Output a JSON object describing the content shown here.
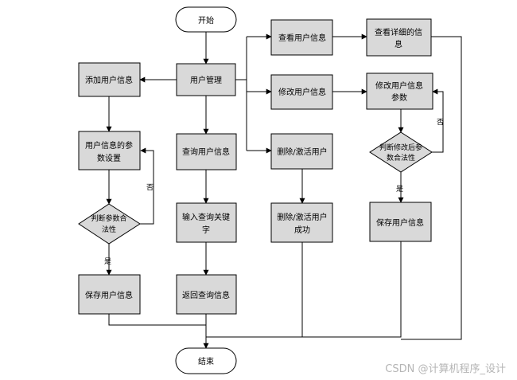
{
  "nodes": {
    "start": "开始",
    "user_mgmt": "用户管理",
    "add_user": "添加用户信息",
    "set_params": [
      "用户信息的参",
      "数设置"
    ],
    "judge_left": [
      "判断参数合",
      "法性"
    ],
    "save_left": "保存用户信息",
    "query_user": "查询用户信息",
    "input_kw": [
      "输入查询关键",
      "字"
    ],
    "return_query": "返回查询信息",
    "view_user": "查看用户信息",
    "view_detail": [
      "查看详细的信",
      "息"
    ],
    "modify_user": "修改用户信息",
    "modify_params": [
      "修改用户信息",
      "参数"
    ],
    "judge_right": [
      "判断修改后参",
      "数合法性"
    ],
    "save_right": "保存用户信息",
    "delete_user": "删除/激活用户",
    "delete_ok": [
      "删除/激活用户",
      "成功"
    ],
    "end": "结束"
  },
  "edge_labels": {
    "left_yes": "是",
    "left_no": "否",
    "right_yes": "是",
    "right_no": "否"
  },
  "watermark": "CSDN @计算机程序_设计"
}
